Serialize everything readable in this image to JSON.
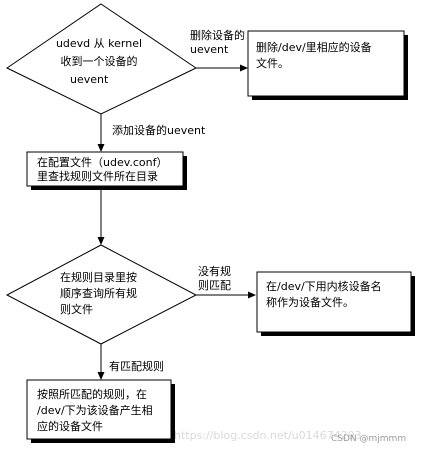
{
  "nodes": {
    "d1": {
      "lines": [
        "udevd 从 kernel",
        "收到一个设备的",
        "uevent"
      ]
    },
    "r1": {
      "lines": [
        "删除/dev/里相应的设备",
        "文件。"
      ]
    },
    "b1": {
      "lines": [
        "在配置文件（udev.conf）",
        "里查找规则文件所在目录"
      ]
    },
    "d2": {
      "lines": [
        "在规则目录里按",
        "顺序查询所有规",
        "则文件"
      ]
    },
    "r2": {
      "lines": [
        "在/dev/下用内核设备名",
        "称作为设备文件。"
      ]
    },
    "b2": {
      "lines": [
        "按照所匹配的规则，在",
        "/dev/下为该设备产生相",
        "应的设备文件"
      ]
    }
  },
  "edges": {
    "e1": {
      "lines": [
        "删除设备的",
        "uevent"
      ]
    },
    "e2": {
      "lines": [
        "添加设备的uevent"
      ]
    },
    "e4": {
      "lines": [
        "没有规",
        "则匹配"
      ]
    },
    "e5": {
      "lines": [
        "有匹配规则"
      ]
    }
  },
  "watermark": {
    "url_text": "https://blog.csdn.net/u014674293",
    "brand": "CSDN @mjmmm"
  }
}
